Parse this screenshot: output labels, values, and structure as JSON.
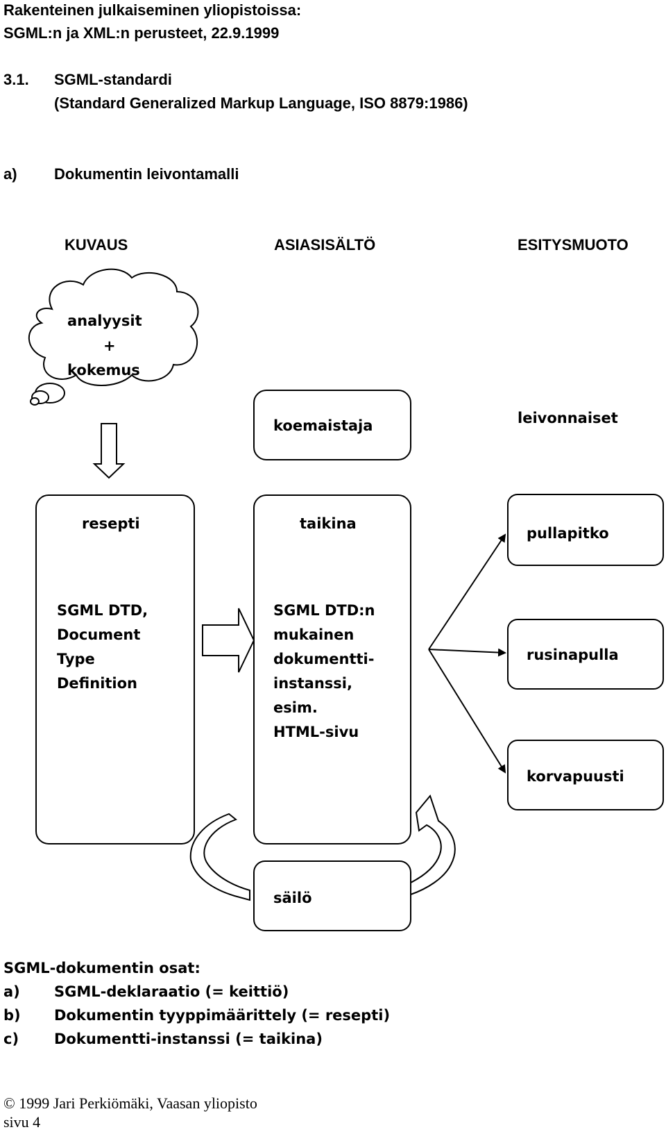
{
  "header": {
    "title_line1": "Rakenteinen julkaiseminen yliopistoissa:",
    "title_line2": "SGML:n ja XML:n perusteet, 22.9.1999"
  },
  "section": {
    "number": "3.1.",
    "title": "SGML-standardi",
    "subtitle": "(Standard Generalized Markup Language, ISO 8879:1986)"
  },
  "subsection": {
    "marker": "a)",
    "title": "Dokumentin leivontamalli"
  },
  "columns": {
    "kuvaus": "KUVAUS",
    "asiasisalto": "ASIASISÄLTÖ",
    "esitysmuoto": "ESITYSMUOTO"
  },
  "diagram": {
    "cloud": {
      "line1": "analyysit",
      "line2": "+",
      "line3": "kokemus"
    },
    "koemaistaja": "koemaistaja",
    "leivonnaiset": "leivonnaiset",
    "resepti_box": {
      "heading": "resepti",
      "lines": [
        "SGML DTD,",
        "Document",
        "Type",
        "Definition"
      ]
    },
    "taikina_box": {
      "heading": "taikina",
      "lines": [
        "SGML DTD:n",
        "mukainen",
        "dokumentti-",
        "instanssi,",
        "esim.",
        "HTML-sivu"
      ]
    },
    "outputs": [
      "pullapitko",
      "rusinapulla",
      "korvapuusti"
    ],
    "sailo": "säilö"
  },
  "parts": {
    "heading": "SGML-dokumentin osat:",
    "items": [
      {
        "marker": "a)",
        "text": "SGML-deklaraatio (= keittiö)"
      },
      {
        "marker": "b)",
        "text": "Dokumentin tyyppimäärittely (= resepti)"
      },
      {
        "marker": "c)",
        "text": "Dokumentti-instanssi (= taikina)"
      }
    ]
  },
  "footer": {
    "copyright": "© 1999 Jari Perkiömäki, Vaasan yliopisto",
    "page": "sivu 4"
  }
}
